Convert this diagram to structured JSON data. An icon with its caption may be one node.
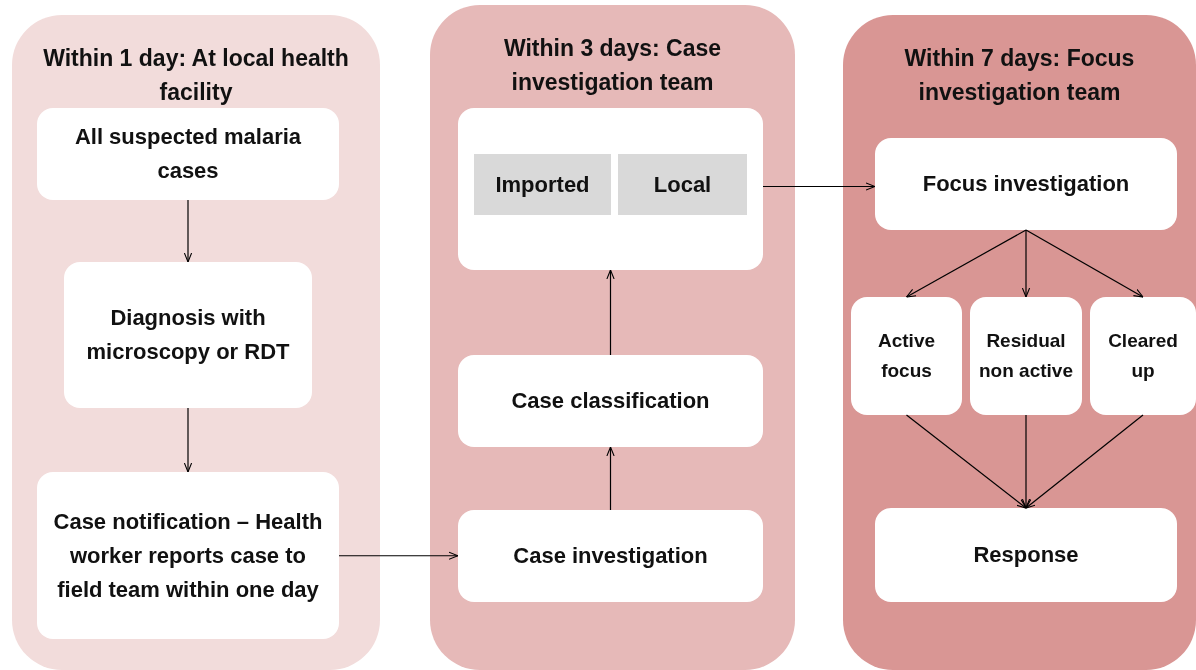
{
  "diagram": {
    "nodes": [
      {
        "text": [
          "Within 1 day: At local health facility"
        ]
      },
      {
        "text": [
          "All suspected malaria cases"
        ],
        "in": 0
      },
      {
        "text": [
          "Diagnosis with microscopy or RDT"
        ],
        "in": 0
      },
      {
        "text": [
          "Case notification – Health worker reports case to field team within one day"
        ],
        "in": 0
      },
      {
        "text": [
          "Within 3 days: Case investigation team"
        ]
      },
      {
        "text": [],
        "shape": "box",
        "in": 4
      },
      {
        "text": [
          "Imported"
        ],
        "in": 5
      },
      {
        "text": [
          "Local"
        ],
        "in": 5
      },
      {
        "text": [
          "Case classification"
        ],
        "in": 4
      },
      {
        "text": [
          "Case investigation"
        ],
        "in": 4
      },
      {
        "text": [
          "Within 7 days: Focus investigation team"
        ]
      },
      {
        "text": [
          "Focus investigation"
        ],
        "in": 10
      },
      {
        "text": [
          "Active focus"
        ],
        "in": 10
      },
      {
        "text": [
          "Residual non active"
        ],
        "in": 10
      },
      {
        "text": [
          "Cleared up"
        ],
        "in": 10
      },
      {
        "text": [
          "Response"
        ],
        "in": 10
      }
    ],
    "edges": [
      {
        "from": 1,
        "to": 2,
        "arrow": "to"
      },
      {
        "from": 2,
        "to": 3,
        "arrow": "to"
      },
      {
        "from": 3,
        "to": 9,
        "arrow": "to"
      },
      {
        "from": 9,
        "to": 8,
        "arrow": "to"
      },
      {
        "from": 8,
        "to": 5,
        "arrow": "to"
      },
      {
        "from": 5,
        "to": 11,
        "arrow": "to"
      },
      {
        "from": 11,
        "to": 12,
        "arrow": "to"
      },
      {
        "from": 11,
        "to": 13,
        "arrow": "to"
      },
      {
        "from": 11,
        "to": 14,
        "arrow": "to"
      },
      {
        "from": 12,
        "to": 15,
        "arrow": "to"
      },
      {
        "from": 13,
        "to": 15,
        "arrow": "to"
      },
      {
        "from": 14,
        "to": 15,
        "arrow": "to"
      }
    ]
  }
}
